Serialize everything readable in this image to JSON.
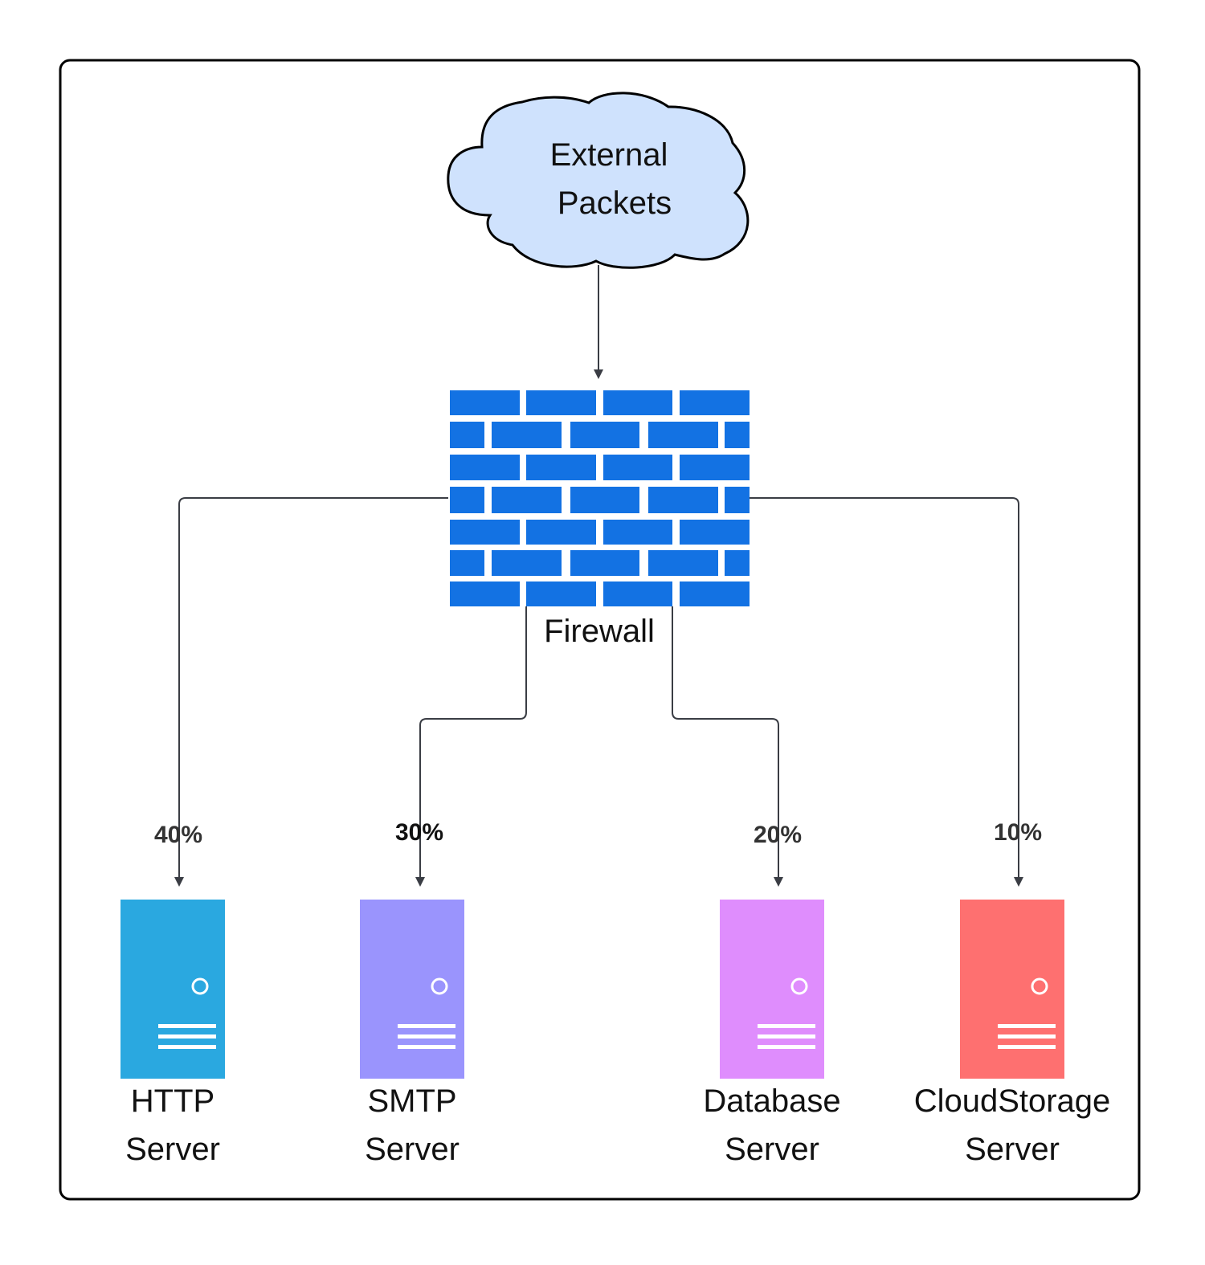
{
  "colors": {
    "frame_stroke": "#000000",
    "cloud_fill": "#cfe2fd",
    "firewall_brick": "#1372e3",
    "connector": "#3a3d44",
    "http_server": "#2aa8e0",
    "smtp_server": "#9a94fd",
    "database_server": "#df8dfd",
    "cloud_storage_server": "#fe7070"
  },
  "nodes": {
    "external": {
      "line1": "External",
      "line2": "Packets",
      "icon": "cloud-icon"
    },
    "firewall": {
      "label": "Firewall",
      "icon": "brick-wall-icon"
    },
    "http": {
      "line1": "HTTP",
      "line2": "Server",
      "share": "40%",
      "icon": "server-icon"
    },
    "smtp": {
      "line1": "SMTP",
      "line2": "Server",
      "share": "30%",
      "icon": "server-icon"
    },
    "database": {
      "line1": "Database",
      "line2": "Server",
      "share": "20%",
      "icon": "server-icon"
    },
    "cloudstorage": {
      "line1": "CloudStorage",
      "line2": "Server",
      "share": "10%",
      "icon": "server-icon"
    }
  }
}
